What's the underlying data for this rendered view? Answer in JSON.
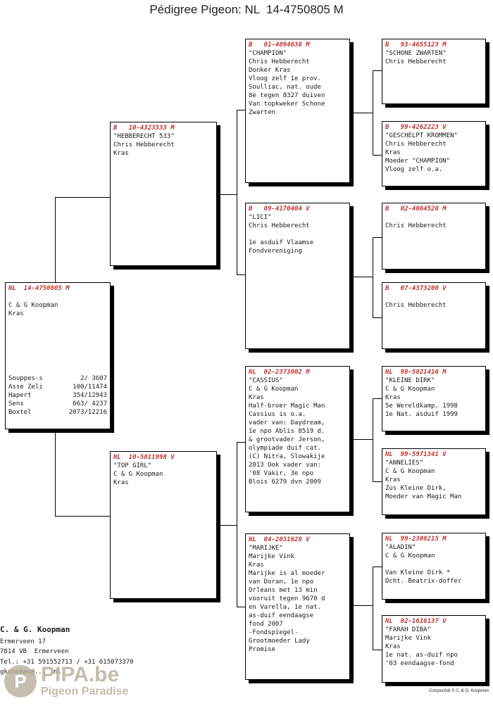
{
  "title": "Pédigree Pigeon: NL  14-4750805 M",
  "subject": {
    "ring": "NL  14-4750805 M",
    "lines": [
      "",
      "C & G Koopman",
      "Kras"
    ],
    "stats": [
      {
        "place": "Souppes-s",
        "result": "2/ 3607"
      },
      {
        "place": "Asse Zeli",
        "result": "100/11474"
      },
      {
        "place": "Hapert",
        "result": "354/12943"
      },
      {
        "place": "Sens",
        "result": "663/ 4237"
      },
      {
        "place": "Boxtel",
        "result": "2073/12216"
      }
    ]
  },
  "father": {
    "ring": "B   10-4323533 M",
    "lines": [
      "\"HEBBERECHT 533\"",
      "Chris Hebberecht",
      "Kras"
    ]
  },
  "mother": {
    "ring": "NL  10-5011998 V",
    "lines": [
      "\"TOP GIRL\"",
      "C & G Koopman",
      "Kras"
    ]
  },
  "ff": {
    "ring": "B   01-4094638 M",
    "lines": [
      "\"CHAMPION\"",
      "Chris Hebberecht",
      "Donker Kras",
      "Vloog zelf 1e prov.",
      "Soulliac, nat. oude",
      "8e tegen 8327 duiven",
      "Van topkweker Schone",
      "Zwarten"
    ]
  },
  "fm": {
    "ring": "B   09-4170404 V",
    "lines": [
      "\"LICI\"",
      "Chris Hebberecht",
      "",
      "1e asduif Vlaamse",
      "Fondvereniging"
    ]
  },
  "mf": {
    "ring": "NL  02-2373002 M",
    "lines": [
      "\"CASSIUS\"",
      "C & G Koopman",
      "Kras",
      "Half-broer Magic Man",
      "Cassius is o.a.",
      "vader van: Daydream,",
      "1e npo Ablis 8519 d.",
      "& grootvader Jerson,",
      "olympiade duif cat.",
      "(C) Nitra, Slowakije",
      "2013 Ook vader van:",
      "'08 Vakir, 3e npo",
      "Blois 6279 dvn 2009"
    ]
  },
  "mm": {
    "ring": "NL  04-2031628 V",
    "lines": [
      "\"MARIJKE\"",
      "Marijke Vink",
      "Kras",
      "Marijke is al moeder",
      "van Doran, 1e npo",
      "Orleans met 13 min",
      "vooruit tegen 9670 d",
      "en Varella, 1e nat.",
      "as-duif eendaagse",
      "fond 2007",
      "-Fondspiegel-",
      "Grootmoeder Lady",
      "Promise"
    ]
  },
  "fff": {
    "ring": "B   93-4655123 M",
    "lines": [
      "\"SCHONE ZWARTEN\"",
      "Chris Hebberecht"
    ]
  },
  "ffm": {
    "ring": "B   99-4262223 V",
    "lines": [
      "\"GESCHELPT KROMMEN\"",
      "Chris Hebberecht",
      "Kras",
      "Moeder \"CHAMPION\"",
      "Vloog zelf o.a."
    ]
  },
  "fmf": {
    "ring": "B   02-4064520 M",
    "lines": [
      "",
      "Chris Hebberecht"
    ]
  },
  "fmm": {
    "ring": "B   07-4373200 V",
    "lines": [
      "",
      "Chris Hebberecht"
    ]
  },
  "mff": {
    "ring": "NL  98-5821416 M",
    "lines": [
      "\"KLEINE DIRK\"",
      "C & G Koopman",
      "Kras",
      "5e Wereldkamp. 1998",
      "1e Nat. asduif 1999"
    ]
  },
  "mfm": {
    "ring": "NL  99-5971341 V",
    "lines": [
      "\"ANNELIES\"",
      "C & G Koopman",
      "Kras",
      "Zus Kleine Dirk,",
      "Moeder van Magic Man"
    ]
  },
  "mmf": {
    "ring": "NL  99-2308215 M",
    "lines": [
      "\"ALADIN\"",
      "C & G Koopman",
      "",
      "Van Kleine Dirk *",
      "Dcht. Beatrix-doffer"
    ]
  },
  "mmm": {
    "ring": "NL  02-1616137 V",
    "lines": [
      "\"FARAH DIBA\"",
      "Marijke Vink",
      "Kras",
      "1e nat. as-duif npo",
      "'03 eendaagse-fond"
    ]
  },
  "footer": {
    "name": "C. & G. Koopman",
    "lines": [
      "Ermerveen 17",
      "7814 VB  Ermerveen",
      "Tel.: +31 591552713 / +31 615073370",
      "gkoopman@... .nl"
    ]
  },
  "compuclub": "Compuclub © C. & G. Koopman",
  "watermark": {
    "logo": "P",
    "name": "PIPA.be",
    "tagline": "Pigeon Paradise",
    "color": "#b5ad98"
  },
  "colors": {
    "ring": "#c0322c",
    "line": "#000000"
  }
}
